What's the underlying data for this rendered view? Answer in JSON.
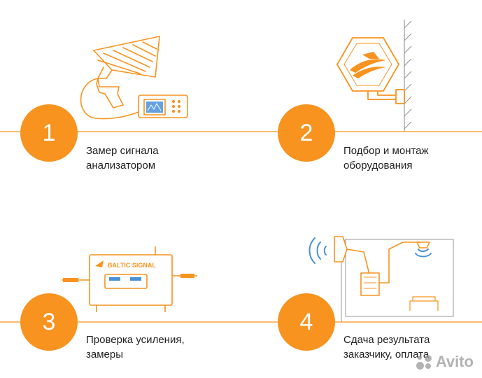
{
  "colors": {
    "accent": "#F7931E",
    "line": "#F7931E",
    "text": "#222222",
    "device_screen": "#4A90D9",
    "signal": "#4A90D9",
    "wall": "#999999"
  },
  "steps": [
    {
      "number": "1",
      "text": "Замер сигнала\nанализатором",
      "illustration": "signal-analyzer-icon"
    },
    {
      "number": "2",
      "text": "Подбор и монтаж\nоборудования",
      "illustration": "wall-antenna-icon"
    },
    {
      "number": "3",
      "text": "Проверка усиления,\nзамеры",
      "illustration": "repeater-device-icon"
    },
    {
      "number": "4",
      "text": "Сдача результата\nзаказчику, оплата",
      "illustration": "room-installation-icon"
    }
  ],
  "device": {
    "brand": "BALTIC SIGNAL"
  },
  "watermark": {
    "text": "Avito"
  }
}
